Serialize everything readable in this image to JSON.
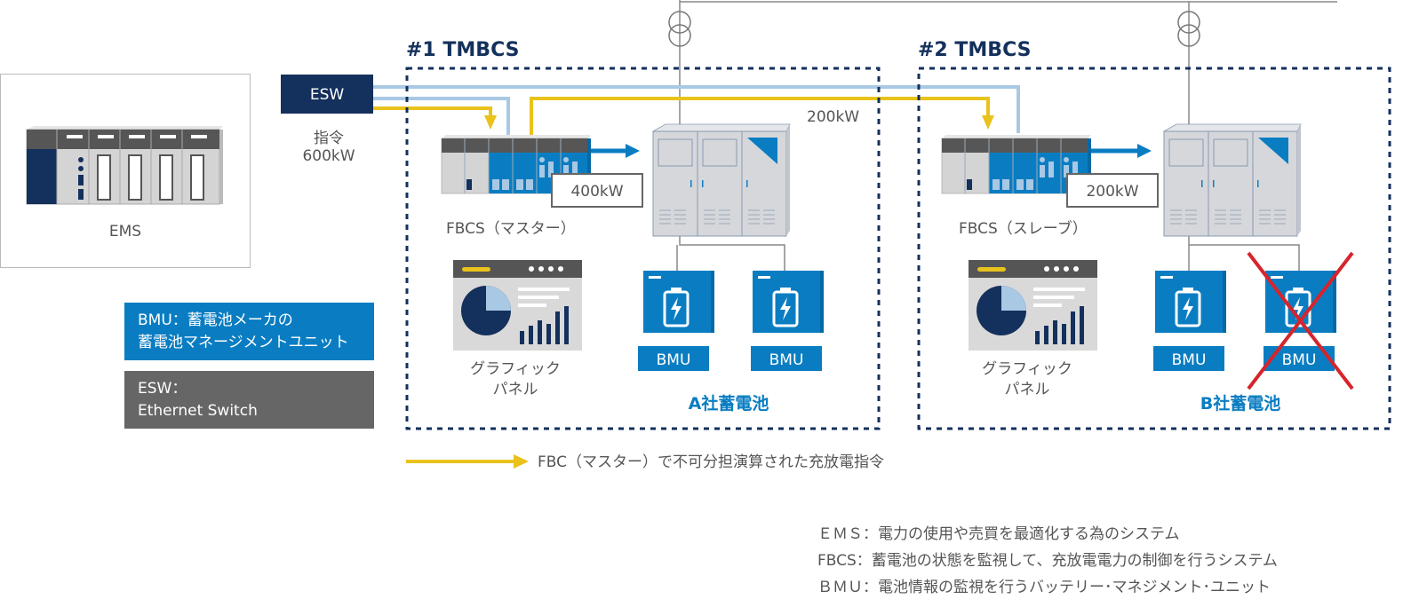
{
  "ems": {
    "label": "EMS"
  },
  "esw": {
    "label": "ESW",
    "command_line1": "指令",
    "command_line2": "600kW"
  },
  "systems": [
    {
      "title": "#1 TMBCS",
      "fbcs_label": "FBCS（マスター）",
      "fbcs_output": "400kW",
      "pcs_output": "200kW",
      "panel_line1": "グラフィック",
      "panel_line2": "パネル",
      "bmu_labels": [
        "BMU",
        "BMU"
      ],
      "battery_label": "A社蓄電池"
    },
    {
      "title": "#2 TMBCS",
      "fbcs_label": "FBCS（スレーブ）",
      "fbcs_output": "200kW",
      "panel_line1": "グラフィック",
      "panel_line2": "パネル",
      "bmu_labels": [
        "BMU",
        "BMU"
      ],
      "battery_label": "B社蓄電池",
      "failed_bmu_index": 1
    }
  ],
  "legend": {
    "bmu_line1": "BMU：蓄電池メーカの",
    "bmu_line2": "蓄電池マネージメントユニット",
    "esw_line1": "ESW：",
    "esw_line2": "Ethernet Switch",
    "arrow_text": "FBC（マスター）で不可分担演算された充放電指令"
  },
  "notes": [
    "ＥＭＳ：電力の使用や売買を最適化する為のシステム",
    "FBCS：蓄電池の状態を監視して、充放電電力の制御を行うシステム",
    "ＢＭＵ：電池情報の監視を行うバッテリー･マネジメント･ユニット"
  ],
  "colors": {
    "navy": "#14305c",
    "blue": "#0a7dc2",
    "light_blue": "#a9c8e4",
    "yellow": "#e9c21b",
    "red": "#d7242c",
    "gray": "#666666"
  }
}
